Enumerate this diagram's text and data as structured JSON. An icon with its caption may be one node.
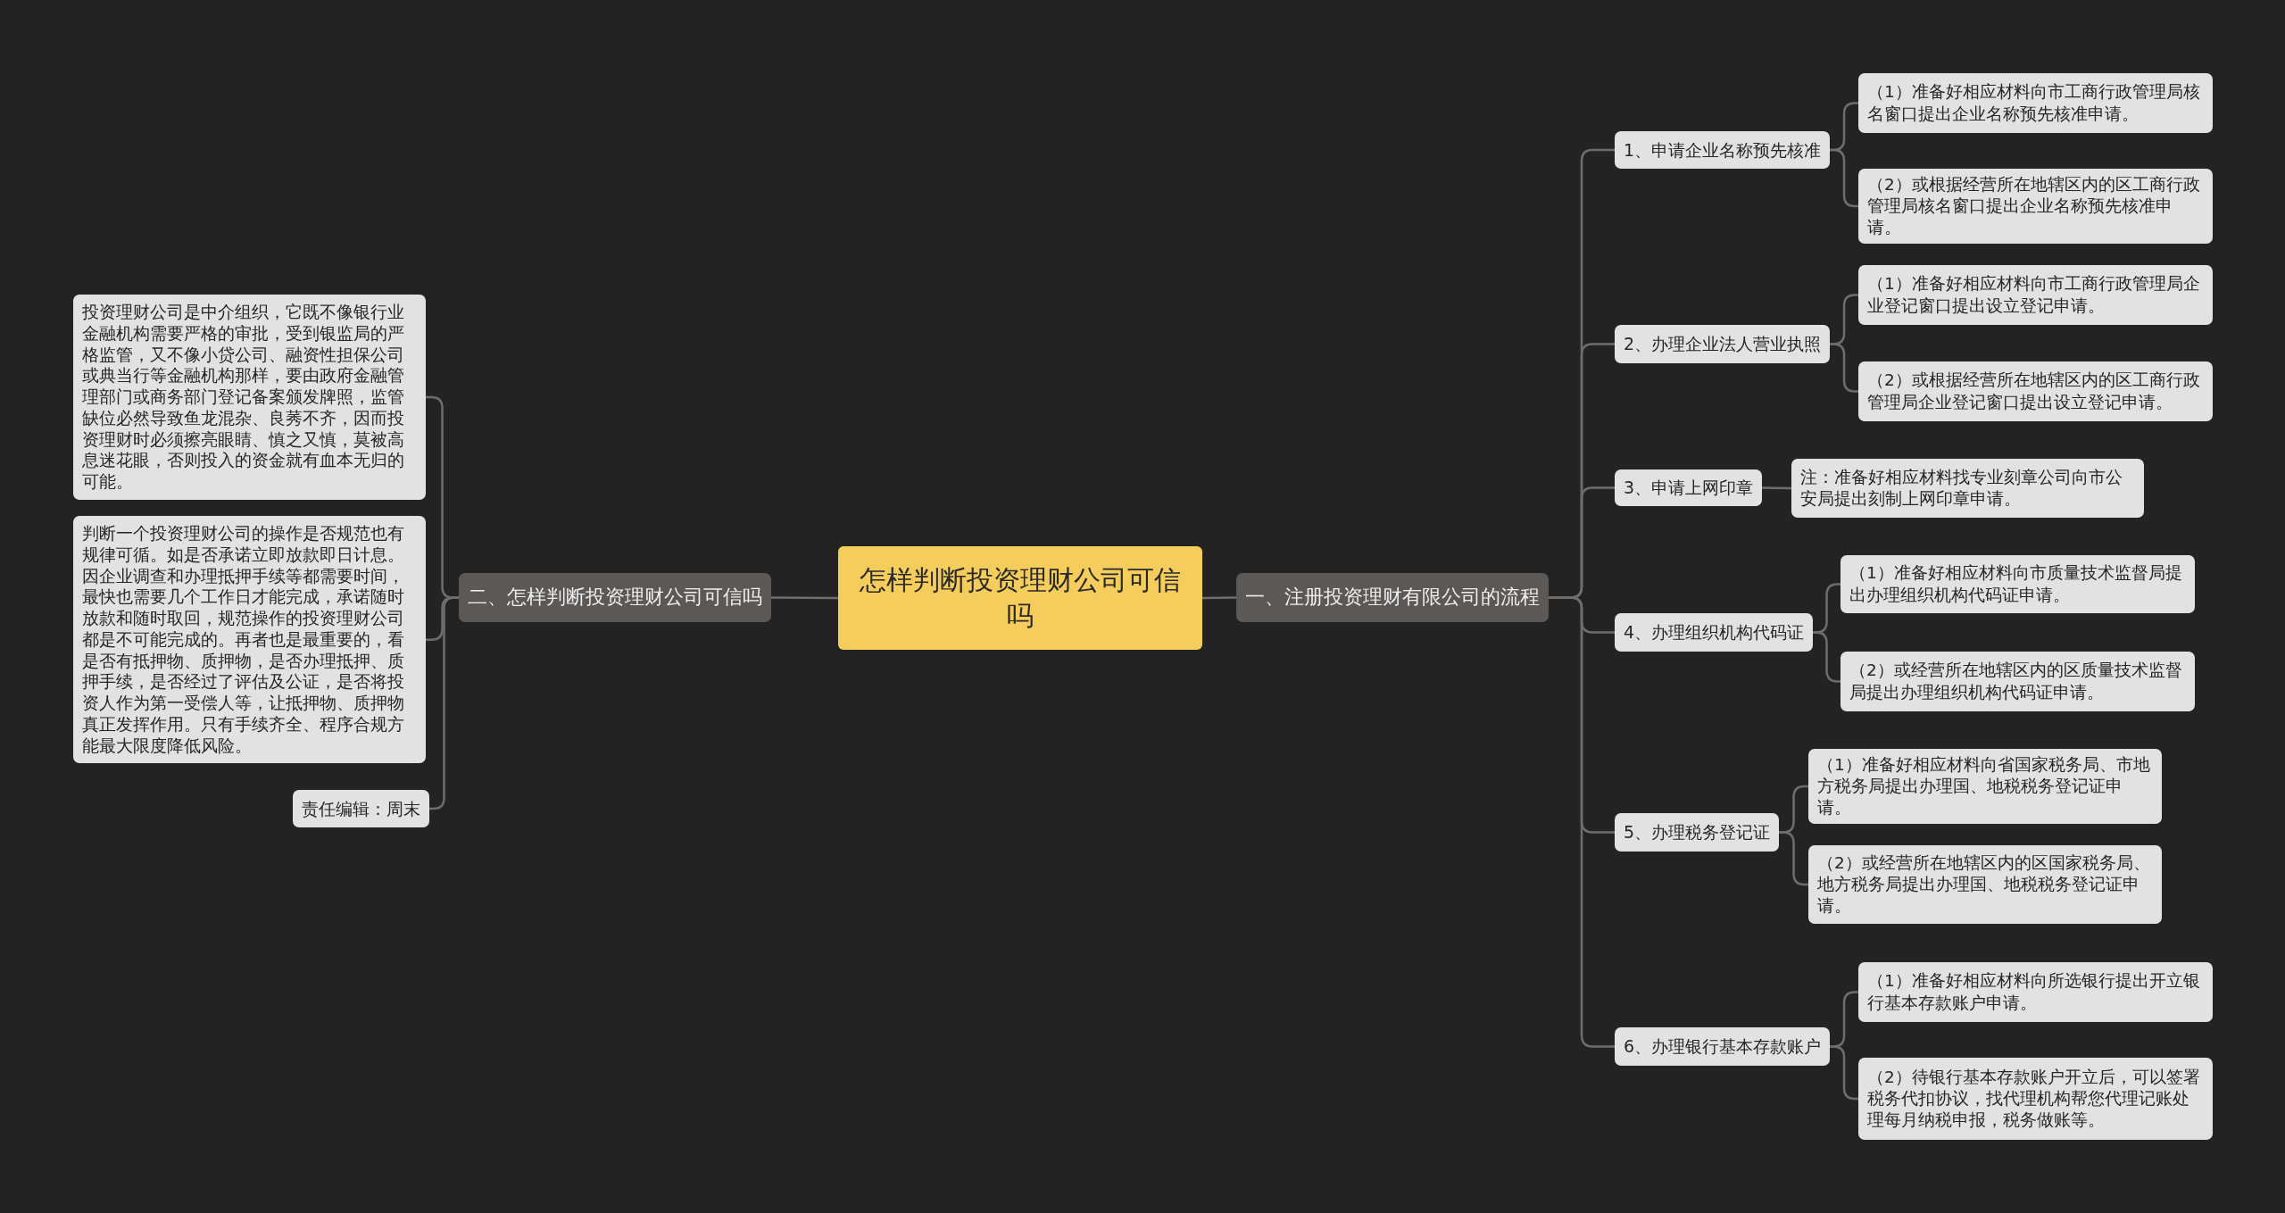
{
  "diagram": {
    "nodes": [
      {
        "text": [
          "怎样判断投资理财公司可信吗"
        ]
      },
      {
        "text": [
          "二、怎样判断投资理财公司可信吗"
        ]
      },
      {
        "text": [
          "投资理财公司是中介组织，它既不像银行业金融机构需要严格的审批，受到银监局的严格监管，又不像小贷公司、融资性担保公司或典当行等金融机构那样，要由政府金融管理部门或商务部门登记备案颁发牌照，监管缺位必然导致鱼龙混杂、良莠不齐，因而投资理财时必须擦亮眼睛、慎之又慎，莫被高息迷花眼，否则投入的资金就有血本无归的可能。"
        ]
      },
      {
        "text": [
          "判断一个投资理财公司的操作是否规范也有规律可循。如是否承诺立即放款即日计息。因企业调查和办理抵押手续等都需要时间，最快也需要几个工作日才能完成，承诺随时放款和随时取回，规范操作的投资理财公司都是不可能完成的。再者也是最重要的，看是否有抵押物、质押物，是否办理抵押、质押手续，是否经过了评估及公证，是否将投资人作为第一受偿人等，让抵押物、质押物真正发挥作用。只有手续齐全、程序合规方能最大限度降低风险。"
        ]
      },
      {
        "text": [
          "责任编辑：周末"
        ]
      },
      {
        "text": [
          "一、注册投资理财有限公司的流程"
        ]
      },
      {
        "text": [
          "1、申请企业名称预先核准"
        ]
      },
      {
        "text": [
          "（1）准备好相应材料向市工商行政管理局核名窗口提出企业名称预先核准申请。"
        ]
      },
      {
        "text": [
          "（2）或根据经营所在地辖区内的区工商行政管理局核名窗口提出企业名称预先核准申请。"
        ]
      },
      {
        "text": [
          "2、办理企业法人营业执照"
        ]
      },
      {
        "text": [
          "（1）准备好相应材料向市工商行政管理局企业登记窗口提出设立登记申请。"
        ]
      },
      {
        "text": [
          "（2）或根据经营所在地辖区内的区工商行政管理局企业登记窗口提出设立登记申请。"
        ]
      },
      {
        "text": [
          "3、申请上网印章"
        ]
      },
      {
        "text": [
          "注：准备好相应材料找专业刻章公司向市公安局提出刻制上网印章申请。"
        ]
      },
      {
        "text": [
          "4、办理组织机构代码证"
        ]
      },
      {
        "text": [
          "（1）准备好相应材料向市质量技术监督局提出办理组织机构代码证申请。"
        ]
      },
      {
        "text": [
          "（2）或经营所在地辖区内的区质量技术监督局提出办理组织机构代码证申请。"
        ]
      },
      {
        "text": [
          "5、办理税务登记证"
        ]
      },
      {
        "text": [
          "（1）准备好相应材料向省国家税务局、市地方税务局提出办理国、地税税务登记证申请。"
        ]
      },
      {
        "text": [
          "（2）或经营所在地辖区内的区国家税务局、地方税务局提出办理国、地税税务登记证申请。"
        ]
      },
      {
        "text": [
          "6、办理银行基本存款账户"
        ]
      },
      {
        "text": [
          "（1）准备好相应材料向所选银行提出开立银行基本存款账户申请。"
        ]
      },
      {
        "text": [
          "（2）待银行基本存款账户开立后，可以签署税务代扣协议，找代理机构帮您代理记账处理每月纳税申报，税务做账等。"
        ]
      }
    ],
    "edges": [
      {
        "from": 0,
        "to": 1,
        "arrow": "none"
      },
      {
        "from": 1,
        "to": 2,
        "arrow": "none"
      },
      {
        "from": 1,
        "to": 3,
        "arrow": "none"
      },
      {
        "from": 1,
        "to": 4,
        "arrow": "none"
      },
      {
        "from": 0,
        "to": 5,
        "arrow": "none"
      },
      {
        "from": 5,
        "to": 6,
        "arrow": "none"
      },
      {
        "from": 6,
        "to": 7,
        "arrow": "none"
      },
      {
        "from": 6,
        "to": 8,
        "arrow": "none"
      },
      {
        "from": 5,
        "to": 9,
        "arrow": "none"
      },
      {
        "from": 9,
        "to": 10,
        "arrow": "none"
      },
      {
        "from": 9,
        "to": 11,
        "arrow": "none"
      },
      {
        "from": 5,
        "to": 12,
        "arrow": "none"
      },
      {
        "from": 12,
        "to": 13,
        "arrow": "none"
      },
      {
        "from": 5,
        "to": 14,
        "arrow": "none"
      },
      {
        "from": 14,
        "to": 15,
        "arrow": "none"
      },
      {
        "from": 14,
        "to": 16,
        "arrow": "none"
      },
      {
        "from": 5,
        "to": 17,
        "arrow": "none"
      },
      {
        "from": 17,
        "to": 18,
        "arrow": "none"
      },
      {
        "from": 17,
        "to": 19,
        "arrow": "none"
      },
      {
        "from": 5,
        "to": 20,
        "arrow": "none"
      },
      {
        "from": 20,
        "to": 21,
        "arrow": "none"
      },
      {
        "from": 20,
        "to": 22,
        "arrow": "none"
      }
    ]
  }
}
